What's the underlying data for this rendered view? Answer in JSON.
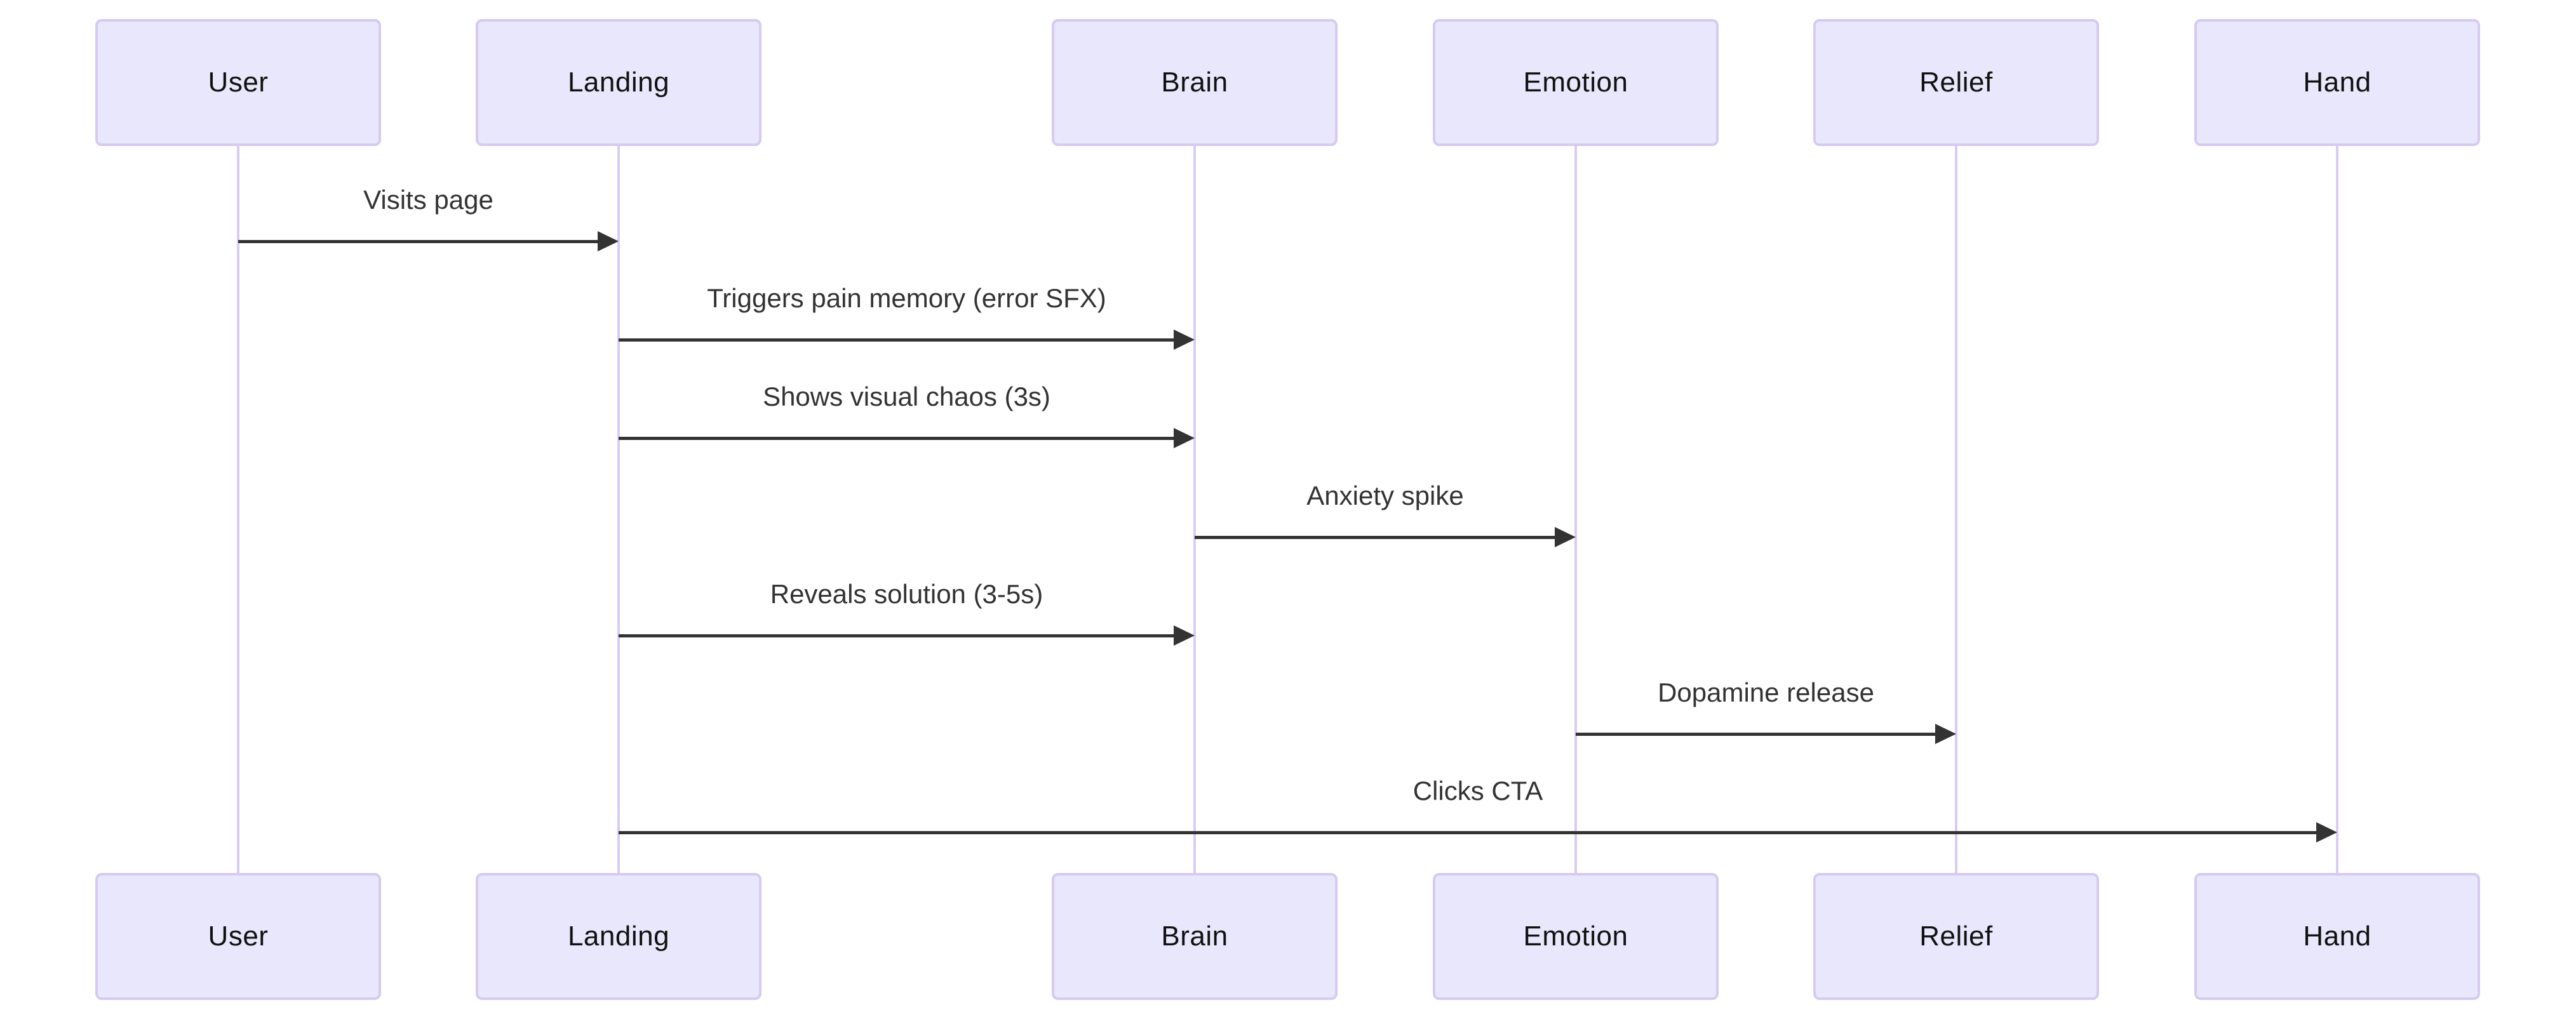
{
  "diagram": {
    "type": "sequence-diagram",
    "background": "#ffffff",
    "colors": {
      "actor_fill": "#e9e7fb",
      "actor_border": "#d6caf2",
      "lifeline": "#d8ccf4",
      "actor_text": "#111111",
      "message_text": "#333333",
      "arrow": "#333333"
    },
    "actors": [
      {
        "id": "user",
        "label": "User"
      },
      {
        "id": "landing",
        "label": "Landing"
      },
      {
        "id": "brain",
        "label": "Brain"
      },
      {
        "id": "emotion",
        "label": "Emotion"
      },
      {
        "id": "relief",
        "label": "Relief"
      },
      {
        "id": "hand",
        "label": "Hand"
      }
    ],
    "messages": [
      {
        "from": "user",
        "to": "landing",
        "text": "Visits page",
        "arrow": "solid"
      },
      {
        "from": "landing",
        "to": "brain",
        "text": "Triggers pain memory (error SFX)",
        "arrow": "solid"
      },
      {
        "from": "landing",
        "to": "brain",
        "text": "Shows visual chaos (3s)",
        "arrow": "solid"
      },
      {
        "from": "brain",
        "to": "emotion",
        "text": "Anxiety spike",
        "arrow": "solid"
      },
      {
        "from": "landing",
        "to": "brain",
        "text": "Reveals solution (3-5s)",
        "arrow": "solid"
      },
      {
        "from": "emotion",
        "to": "relief",
        "text": "Dopamine release",
        "arrow": "solid"
      },
      {
        "from": "landing",
        "to": "hand",
        "text": "Clicks CTA",
        "arrow": "solid"
      }
    ]
  }
}
